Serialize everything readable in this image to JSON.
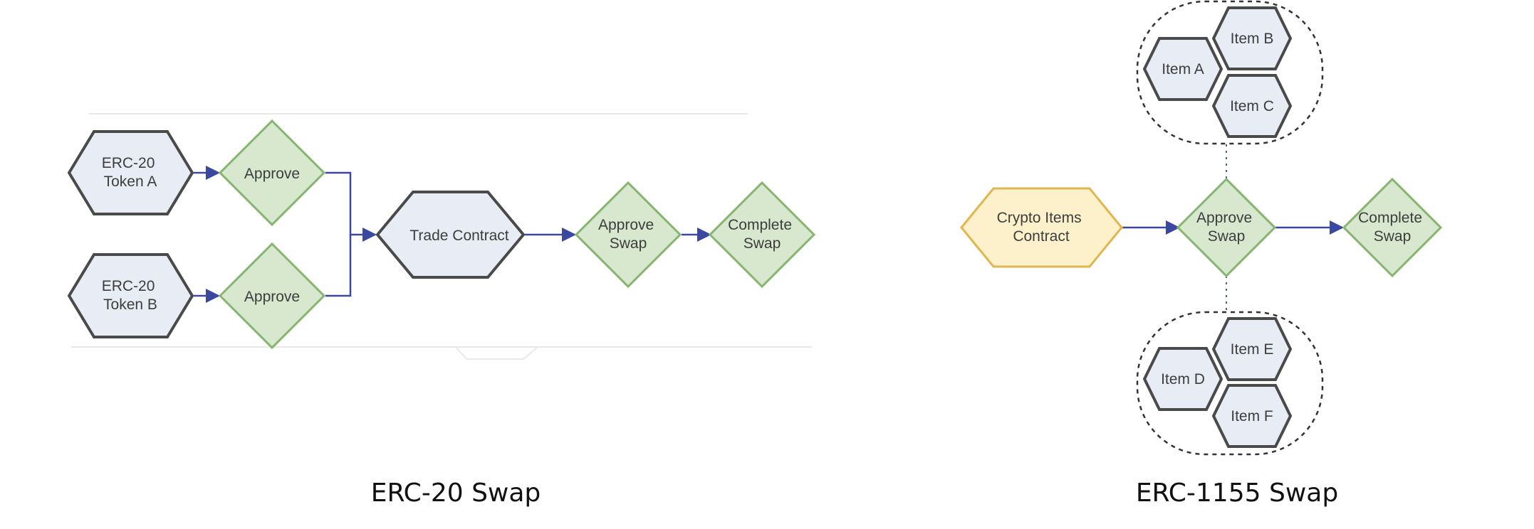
{
  "captions": {
    "left": "ERC-20 Swap",
    "right": "ERC-1155 Swap"
  },
  "erc20": {
    "token_a": [
      "ERC-20",
      "Token A"
    ],
    "token_b": [
      "ERC-20",
      "Token B"
    ],
    "approve_a": "Approve",
    "approve_b": "Approve",
    "trade_contract": "Trade Contract",
    "approve_swap": [
      "Approve",
      "Swap"
    ],
    "complete_swap": [
      "Complete",
      "Swap"
    ]
  },
  "erc1155": {
    "crypto_items": [
      "Crypto Items",
      "Contract"
    ],
    "approve_swap": [
      "Approve",
      "Swap"
    ],
    "complete_swap": [
      "Complete",
      "Swap"
    ],
    "items_top": [
      "Item A",
      "Item B",
      "Item C"
    ],
    "items_bottom": [
      "Item D",
      "Item E",
      "Item F"
    ]
  },
  "colors": {
    "edge": "#3a48a0",
    "hex_fill": "#e8ecf4",
    "hex_stroke": "#4a4a4a",
    "diamond_fill": "#d7e8cf",
    "diamond_stroke": "#86b56f",
    "contract_fill": "#fdf1cb",
    "contract_stroke": "#e0b64f"
  }
}
